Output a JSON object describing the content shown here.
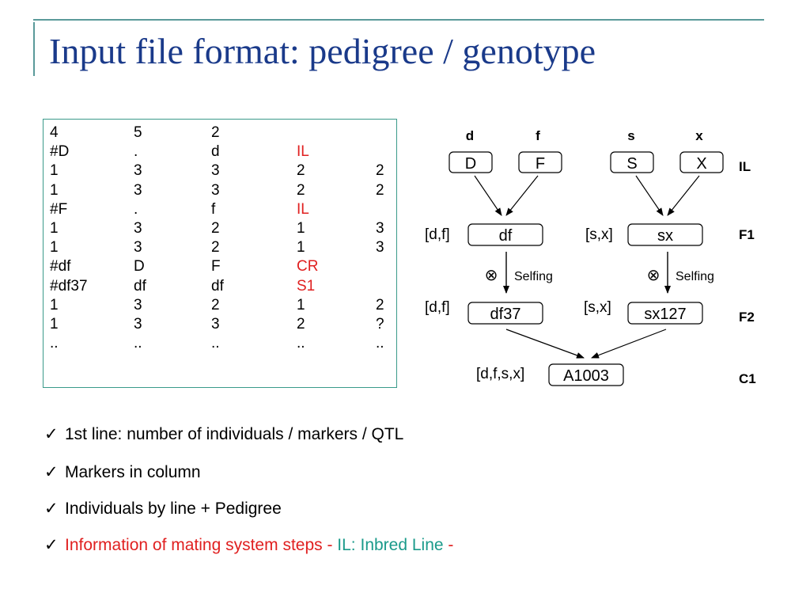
{
  "slide": {
    "title": "Input file format: pedigree / genotype"
  },
  "file_table": {
    "rows": [
      {
        "cells": [
          "4",
          "5",
          "2",
          "",
          ""
        ],
        "highlight": false
      },
      {
        "cells": [
          "#D",
          ".",
          "d",
          "IL",
          ""
        ],
        "highlight": true
      },
      {
        "cells": [
          "1",
          "3",
          "3",
          "2",
          "2"
        ],
        "highlight": false
      },
      {
        "cells": [
          "1",
          "3",
          "3",
          "2",
          "2"
        ],
        "highlight": false
      },
      {
        "cells": [
          "#F",
          ".",
          "f",
          "IL",
          ""
        ],
        "highlight": true
      },
      {
        "cells": [
          "1",
          "3",
          "2",
          "1",
          "3"
        ],
        "highlight": false
      },
      {
        "cells": [
          "1",
          "3",
          "2",
          "1",
          "3"
        ],
        "highlight": false
      },
      {
        "cells": [
          "#df",
          "D",
          "F",
          "CR",
          ""
        ],
        "highlight": true
      },
      {
        "cells": [
          "#df37",
          "df",
          "df",
          "S1",
          ""
        ],
        "highlight": true
      },
      {
        "cells": [
          "1",
          "3",
          "2",
          "1",
          "2"
        ],
        "highlight": false
      },
      {
        "cells": [
          "1",
          "3",
          "3",
          "2",
          "?"
        ],
        "highlight": false
      },
      {
        "cells": [
          "..",
          "..",
          "..",
          "..",
          ".."
        ],
        "highlight": false
      }
    ]
  },
  "pedigree": {
    "top_labels": [
      "d",
      "f",
      "s",
      "x"
    ],
    "il_nodes": [
      "D",
      "F",
      "S",
      "X"
    ],
    "f1_nodes": [
      {
        "label": "df",
        "genotype": "[d,f]"
      },
      {
        "label": "sx",
        "genotype": "[s,x]"
      }
    ],
    "f2_nodes": [
      {
        "label": "df37",
        "genotype": "[d,f]"
      },
      {
        "label": "sx127",
        "genotype": "[s,x]"
      }
    ],
    "c1_node": {
      "label": "A1003",
      "genotype": "[d,f,s,x]"
    },
    "selfing_symbol": "⊗",
    "selfing_label": "Selfing",
    "generation_labels": [
      "IL",
      "F1",
      "F2",
      "C1"
    ]
  },
  "bullets": {
    "check": "✓",
    "items": [
      "1st line: number of individuals / markers / QTL",
      "Markers in column",
      "Individuals by line + Pedigree"
    ],
    "last": {
      "red_text": "Information of mating system steps - ",
      "teal_text": "IL: Inbred Line",
      "red_tail": " -"
    }
  },
  "colors": {
    "title": "#1a3a8a",
    "accent_line": "#5a9a9a",
    "box_border": "#3a9a8a",
    "highlight_red": "#e02020",
    "teal": "#1a9a8a"
  }
}
